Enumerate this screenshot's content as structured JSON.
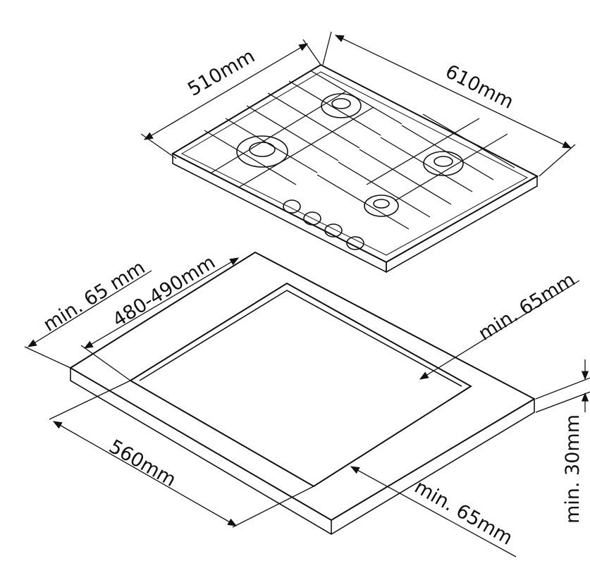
{
  "labels": {
    "hob_depth": "510mm",
    "hob_width": "610mm",
    "back_margin": "min. 65 mm",
    "cutout_depth": "480-490mm",
    "side_margin": "min. 65mm",
    "cutout_width": "560mm",
    "front_margin": "min. 65mm",
    "worktop_thickness": "min. 30mm"
  },
  "colors": {
    "line": "#111111",
    "background": "#ffffff"
  }
}
